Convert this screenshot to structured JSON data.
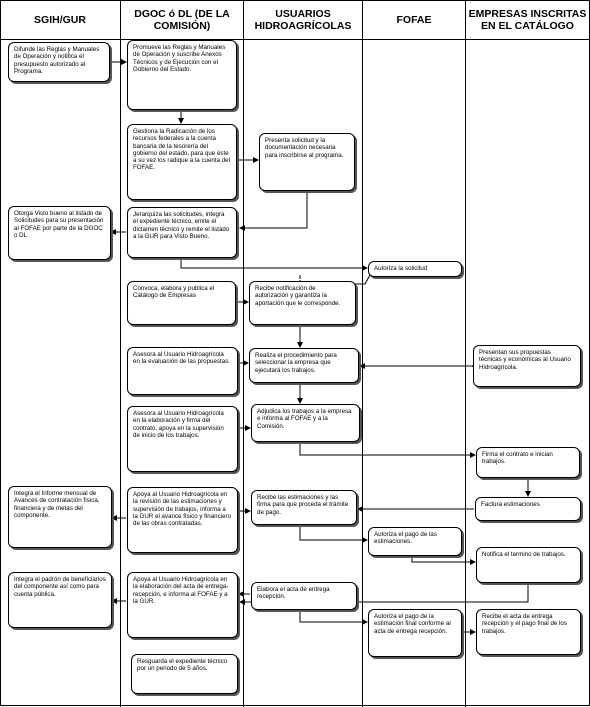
{
  "lanes": [
    {
      "title": "SGIH/GUR"
    },
    {
      "title": "DGOC ó DL (DE LA COMISIÓN)"
    },
    {
      "title": "USUARIOS HIDROAGRÍCOLAS"
    },
    {
      "title": "FOFAE"
    },
    {
      "title": "EMPRESAS INSCRITAS EN EL CATÁLOGO"
    }
  ],
  "boxes": {
    "b1": "Difunde las Reglas y Manuales de Operación y notifica el presupuesto autorizado al Programa.",
    "b2": "Promueve las Reglas y Manuales de Operación y suscribe Anexos Técnicos y de Ejecución con el Gobierno del Estado.",
    "b3": "Gestiona la Radicación de los recursos federales a la cuenta bancaria de la tesorería del gobierno del estado, para que éste a su vez los radique a la cuenta del FOFAE.",
    "b4": "Presenta solicitud y la documentación necesaria para inscribirse al programa.",
    "b5": "Otorga Visto bueno al listado de Solicitudes para su presentación al FOFAE por parte de la DGOC o DL",
    "b6": "Jerarquiza las solicitudes, integra el expediente técnico, emite el dictamen técnico y remite el listado a la GUR para Visto Bueno.",
    "b7": "Autoriza la solicitud",
    "b8": "Convoca, elabora y publica el Catálogo de Empresas",
    "b9": "Recibe notificación de autorización y garantiza la aportación que le corresponde.",
    "b10": "Asesora al Usuario Hidroagrícola en la evaluación de las propuestas.",
    "b11": "Realiza el procedimiento para seleccionar la empresa que ejecutará los trabajos.",
    "b12": "Presentan sus propuestas técnicas y económicas al Usuario Hidroagrícola.",
    "b13": "Asesora al Usuario Hidroagrícola en la elaboración y firma del contrato, apoya en la supervisión de inicio de los trabajos.",
    "b14": "Adjudica los trabajos a la empresa e informa al FOFAE y a la Comisión.",
    "b15": "Firma el contrato e inician trabajos.",
    "b16": "Integra el Informe mensual de Avances de contratación física, financiera y de metas del componente.",
    "b17": "Apoya al Usuario Hidroagrícola en la revisión de las estimaciones y supervisión de trabajos, informa a la GUR el avance físico y financiero de las obras contratadas.",
    "b18": "Recibe las estimaciones y las firma para que proceda el trámite de pago.",
    "b19": "Factura estimaciones",
    "b20": "Autoriza el pago de las estimaciones.",
    "b21": "Notifica el termino de trabajos.",
    "b22": "Integra el padrón de beneficiarios del componente así como para cuenta pública.",
    "b23": "Apoya al Usuario Hidroagrícola en la elaboración del acta de entrega-recepción, e informa al FOFAE y a la GUR.",
    "b24": "Elabora el acta de entrega recepción.",
    "b25": "Autoriza el pago de la estimación final conforme al acta de entrega recepción.",
    "b26": "Recibe el acta de entrega recepción y el pago final de los trabajos.",
    "b27": "Resguarda el expediente técnico por un periodo de 5 años."
  }
}
